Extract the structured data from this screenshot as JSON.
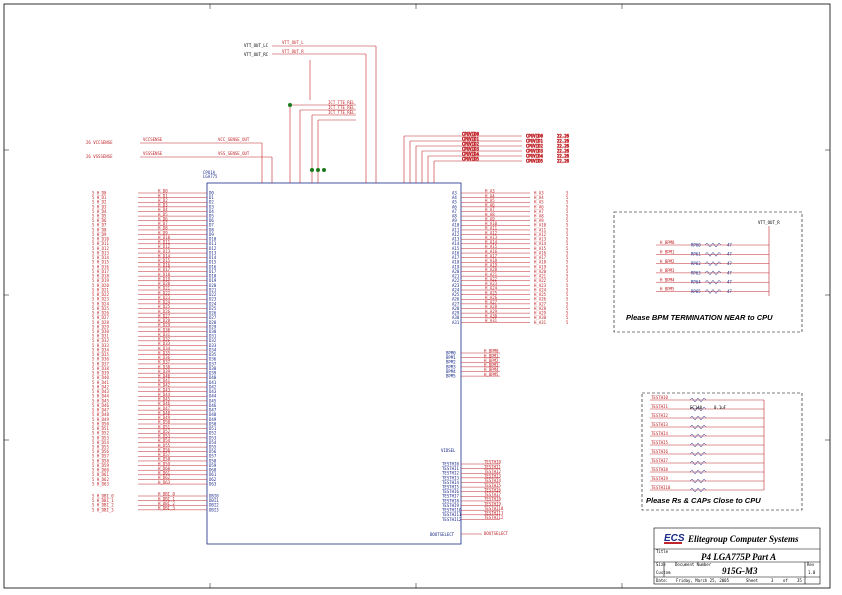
{
  "title_block": {
    "company": "Elitegroup Computer Systems",
    "logo_text": "ECS",
    "title_label": "Title",
    "sheet_title": "P4 LGA775P Part A",
    "size_label": "Size",
    "size_value": "Custom",
    "doc_label": "Document Number",
    "doc_number": "915G-M3",
    "rev_label": "Rev",
    "rev_value": "1.0",
    "date_label": "Date:",
    "date_value": "Friday, March 25, 2005",
    "sheet_label": "Sheet",
    "sheet_num": "3",
    "of_label": "of",
    "sheet_total": "35"
  },
  "notes": {
    "bpm_termination": "Please BPM TERMINATION NEAR to CPU",
    "rs_caps": "Please Rs & CAPs Close to CPU"
  },
  "cpu": {
    "ref": "CPU1A",
    "part": "LGA775"
  },
  "power_nets": {
    "vtt_out_lc": "VTT_OUT_LC",
    "vtt_out_rc": "VTT_OUT_RC",
    "vtt_out_l": "VTT_OUT_L",
    "vtt_out_r": "VTT_OUT_R",
    "vccsense": "VCCSENSE",
    "vsssense": "VSSSENSE",
    "vcc_sense_out": "VCC_SENSE_OUT",
    "vss_sense_out": "VSS_SENSE_OUT",
    "vtt_out_r_top": "VTT_OUT_R"
  },
  "data_pins": [
    "H_D0",
    "H_D1",
    "H_D2",
    "H_D3",
    "H_D4",
    "H_D5",
    "H_D6",
    "H_D7",
    "H_D8",
    "H_D9",
    "H_D10",
    "H_D11",
    "H_D12",
    "H_D13",
    "H_D14",
    "H_D15",
    "H_D16",
    "H_D17",
    "H_D18",
    "H_D19",
    "H_D20",
    "H_D21",
    "H_D22",
    "H_D23",
    "H_D24",
    "H_D25",
    "H_D26",
    "H_D27",
    "H_D28",
    "H_D29",
    "H_D30",
    "H_D31",
    "H_D32",
    "H_D33",
    "H_D34",
    "H_D35",
    "H_D36",
    "H_D37",
    "H_D38",
    "H_D39",
    "H_D40",
    "H_D41",
    "H_D42",
    "H_D43",
    "H_D44",
    "H_D45",
    "H_D46",
    "H_D47",
    "H_D48",
    "H_D49",
    "H_D50",
    "H_D51",
    "H_D52",
    "H_D53",
    "H_D54",
    "H_D55",
    "H_D56",
    "H_D57",
    "H_D58",
    "H_D59",
    "H_D60",
    "H_D61",
    "H_D62",
    "H_D63"
  ],
  "dbi_pins": [
    "H_DBI_0",
    "H_DBI_1",
    "H_DBI_2",
    "H_DBI_3"
  ],
  "addr_pins": [
    "H_A3",
    "H_A4",
    "H_A5",
    "H_A6",
    "H_A7",
    "H_A8",
    "H_A9",
    "H_A10",
    "H_A11",
    "H_A12",
    "H_A13",
    "H_A14",
    "H_A15",
    "H_A16",
    "H_A17",
    "H_A18",
    "H_A19",
    "H_A20",
    "H_A21",
    "H_A22",
    "H_A23",
    "H_A24",
    "H_A25",
    "H_A26",
    "H_A27",
    "H_A28",
    "H_A29",
    "H_A30",
    "H_A31"
  ],
  "bpm_pins": [
    "H_BPM0",
    "H_BPM1",
    "H_BPM2",
    "H_BPM3",
    "H_BPM4",
    "H_BPM5"
  ],
  "bpm_resistors": [
    "RP60",
    "RP61",
    "RP62",
    "RP63",
    "RP64",
    "RP65"
  ],
  "bpm_values": [
    "47",
    "47",
    "47",
    "47",
    "47",
    "47"
  ],
  "test_pins": [
    "TESTHI0",
    "TESTHI1",
    "TESTHI2",
    "TESTHI3",
    "TESTHI4",
    "TESTHI5",
    "TESTHI6",
    "TESTHI7",
    "TESTHI8",
    "TESTHI9",
    "TESTHI10",
    "TESTHI11",
    "TESTHI12"
  ],
  "top_vid_nets": [
    "CPUVID0",
    "CPUVID1",
    "CPUVID2",
    "CPUVID3",
    "CPUVID4",
    "CPUVID5"
  ],
  "top_vid_pages": [
    "22,26",
    "22,26",
    "22,26",
    "22,26",
    "22,26",
    "22,26"
  ],
  "gtlref_nets": [
    "ICT_TTE_REL",
    "ICT_TTE_REL",
    "ICT_TTE_REL"
  ],
  "page_refs": {
    "vccsense": "26 VCCSENSE",
    "vsssense": "26 VSSSENSE"
  },
  "misc": {
    "bootselect": "BOOTSELECT",
    "vidsel": "VIDSEL",
    "ct_val": "0.1uF",
    "ct_ref": "EC140"
  }
}
